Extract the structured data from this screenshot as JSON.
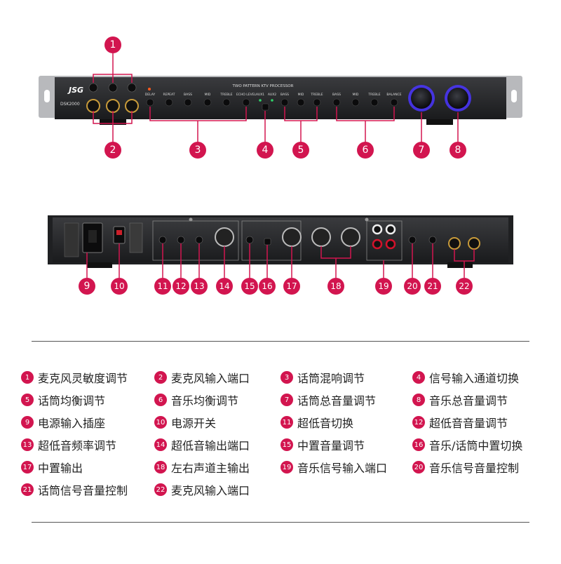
{
  "colors": {
    "accent": "#d2154f",
    "panel": "#2a2b2e",
    "knob_ring": "#5a3cff"
  },
  "front_panel": {
    "brand": "JSG",
    "model": "DSK2000",
    "title": "TWO PATTERN KTV PROCESSOR",
    "labels": [
      "DELAY",
      "REPEAT",
      "BASS",
      "MID",
      "TREBLE",
      "ECHO LEVEL",
      "AUX1",
      "AUX2",
      "BASS",
      "MID",
      "TREBLE",
      "BASS",
      "MID",
      "TREBLE",
      "BALANCE"
    ]
  },
  "callouts": [
    "1",
    "2",
    "3",
    "4",
    "5",
    "6",
    "7",
    "8",
    "9",
    "10",
    "11",
    "12",
    "13",
    "14",
    "15",
    "16",
    "17",
    "18",
    "19",
    "20",
    "21",
    "22"
  ],
  "legend": [
    {
      "num": "1",
      "text": "麦克风灵敏度调节"
    },
    {
      "num": "2",
      "text": "麦克风输入端口"
    },
    {
      "num": "3",
      "text": "话筒混响调节"
    },
    {
      "num": "4",
      "text": "信号输入通道切换"
    },
    {
      "num": "5",
      "text": "话筒均衡调节"
    },
    {
      "num": "6",
      "text": "音乐均衡调节"
    },
    {
      "num": "7",
      "text": "话筒总音量调节"
    },
    {
      "num": "8",
      "text": "音乐总音量调节"
    },
    {
      "num": "9",
      "text": "电源输入插座"
    },
    {
      "num": "10",
      "text": "电源开关"
    },
    {
      "num": "11",
      "text": "超低音切换"
    },
    {
      "num": "12",
      "text": "超低音音量调节"
    },
    {
      "num": "13",
      "text": "超低音频率调节"
    },
    {
      "num": "14",
      "text": "超低音输出端口"
    },
    {
      "num": "15",
      "text": "中置音量调节"
    },
    {
      "num": "16",
      "text": "音乐/话筒中置切换"
    },
    {
      "num": "17",
      "text": "中置输出"
    },
    {
      "num": "18",
      "text": "左右声道主输出"
    },
    {
      "num": "19",
      "text": "音乐信号输入端口"
    },
    {
      "num": "20",
      "text": "音乐信号音量控制"
    },
    {
      "num": "21",
      "text": "话筒信号音量控制"
    },
    {
      "num": "22",
      "text": "麦克风输入端口"
    }
  ]
}
